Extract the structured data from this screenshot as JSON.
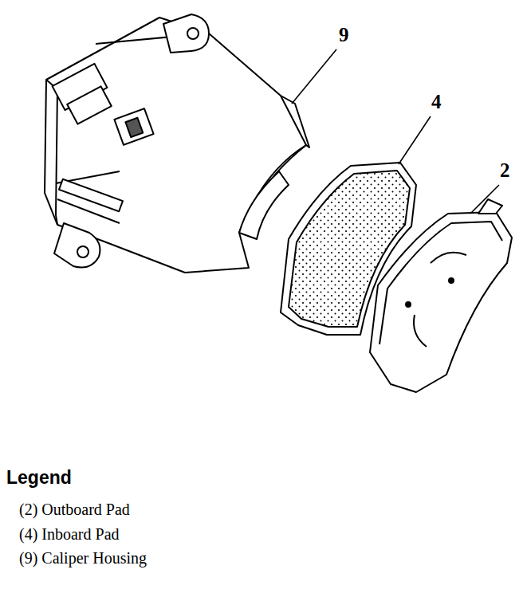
{
  "diagram": {
    "title": "Legend",
    "labels": [
      "9",
      "4",
      "2"
    ],
    "legend": [
      {
        "text": "(2) Outboard Pad"
      },
      {
        "text": "(4) Inboard Pad"
      },
      {
        "text": "(9) Caliper Housing"
      }
    ]
  }
}
